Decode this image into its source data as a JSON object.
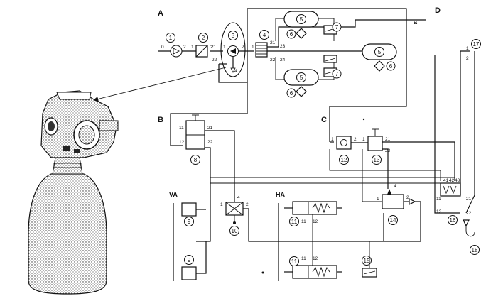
{
  "sections": {
    "a": "A",
    "b": "B",
    "c": "C",
    "d": "D"
  },
  "line_labels": {
    "a": "a",
    "va": "VA",
    "ha": "HA"
  },
  "components": {
    "c1": "1",
    "c2": "2",
    "c3": "3",
    "c4": "4",
    "c5a": "5",
    "c5b": "5",
    "c5c": "5",
    "c6a": "6",
    "c6b": "6",
    "c6c": "6",
    "c7a": "7",
    "c7b": "7",
    "c7c": "7",
    "c8": "8",
    "c9a": "9",
    "c9b": "9",
    "c10": "10",
    "c11a": "11",
    "c11b": "11",
    "c12": "12",
    "c13": "13",
    "c14": "14",
    "c15": "15",
    "c16": "16",
    "c17": "17",
    "c18": "18"
  },
  "ports": {
    "p0": "0",
    "p1_2": "2",
    "p2_1": "1",
    "p2_2": "2",
    "p3_1": "1",
    "p3_21": "21",
    "p3_22": "22",
    "p3_2": "2",
    "p3_4": "4",
    "p4_1": "1",
    "p4_21": "21",
    "p4_23": "23",
    "p4_22": "22",
    "p4_24": "24",
    "p8_11": "11",
    "p8_21": "21",
    "p8_12": "12",
    "p8_22": "22",
    "p10_1": "1",
    "p10_4": "4",
    "p10_2": "2",
    "p11a_11": "11",
    "p11a_12": "12",
    "p11b_11": "11",
    "p11b_12": "12",
    "p12_1": "1",
    "p12_2": "2",
    "p13_1": "1",
    "p13_21": "21",
    "p13_22": "22",
    "p14_1": "1",
    "p14_4": "4",
    "p14_2": "2",
    "p16_41": "41",
    "p16_42": "42",
    "p16_43": "43",
    "p16_11": "11",
    "p16_12": "12",
    "p16_21": "21",
    "p16_22": "22",
    "p17_1": "1",
    "p17_2": "2"
  }
}
